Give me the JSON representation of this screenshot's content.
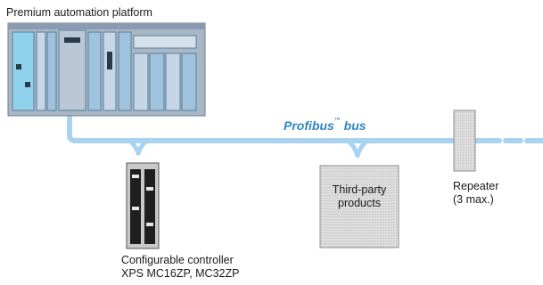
{
  "title": "Premium automation platform",
  "bus": {
    "name": "Profibus",
    "trademark": "™",
    "suffix": " bus"
  },
  "controller": {
    "line1": "Configurable controller",
    "line2": "XPS MC16ZP, MC32ZP"
  },
  "third_party": {
    "line1": "Third-party",
    "line2": "products"
  },
  "repeater": {
    "line1": "Repeater",
    "line2": "(3 max.)"
  },
  "colors": {
    "bus": "#a9d3ef",
    "bus_label": "#2e86c1",
    "rack": "#a8b6c6",
    "box": "#d4d4d4"
  }
}
